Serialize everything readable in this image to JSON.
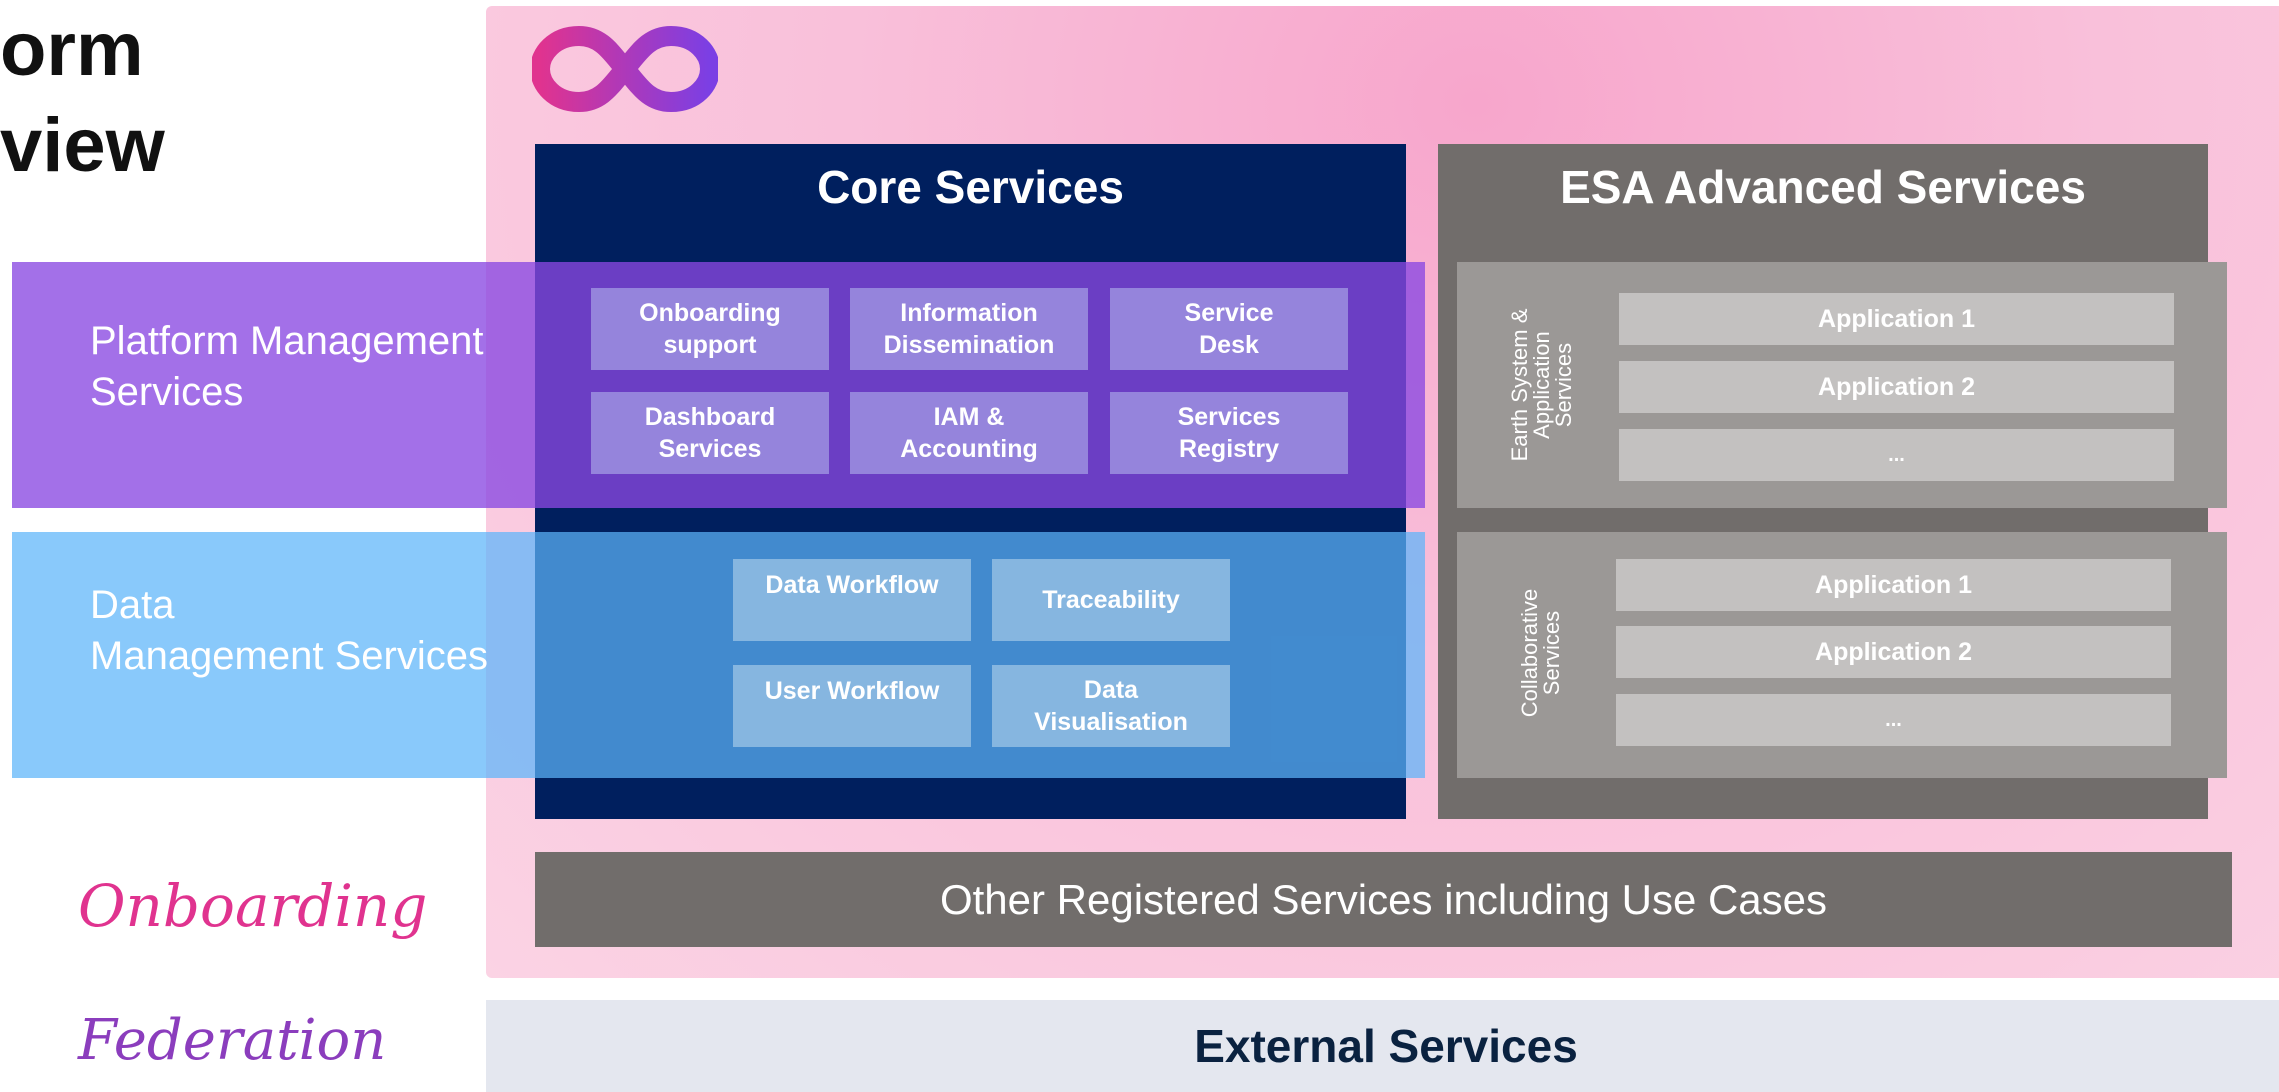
{
  "title": {
    "line1": "orm",
    "line2": "view"
  },
  "logo": {
    "icon": "infinity-logo-icon",
    "colors": [
      "#e0338f",
      "#7b3fe4"
    ]
  },
  "core_services": {
    "title": "Core Services",
    "platform_boxes": [
      "Onboarding\nsupport",
      "Information\nDissemination",
      "Service\nDesk",
      "Dashboard\nServices",
      "IAM &\nAccounting",
      "Services\nRegistry"
    ],
    "data_boxes": [
      "Data Workflow",
      "Traceability",
      "User Workflow",
      "Data\nVisualisation"
    ]
  },
  "esa_advanced": {
    "title": "ESA Advanced Services",
    "earth_system": {
      "label": "Earth System &\nApplication\nServices",
      "apps": [
        "Application 1",
        "Application 2",
        "..."
      ]
    },
    "collaborative": {
      "label": "Collaborative\nServices",
      "apps": [
        "Application 1",
        "Application 2",
        "..."
      ]
    }
  },
  "bands": {
    "platform": "Platform Management\nServices",
    "data": "Data\nManagement Services"
  },
  "other_registered": "Other Registered Services including Use Cases",
  "onboarding": "Onboarding",
  "federation": "Federation",
  "external_services": "External Services",
  "colors": {
    "core_bg": "#001f5e",
    "esa_bg": "#716d6b",
    "platform_band": "#8948e2",
    "data_band": "#5cb4fa",
    "pink_panel": "#f9c0da"
  }
}
